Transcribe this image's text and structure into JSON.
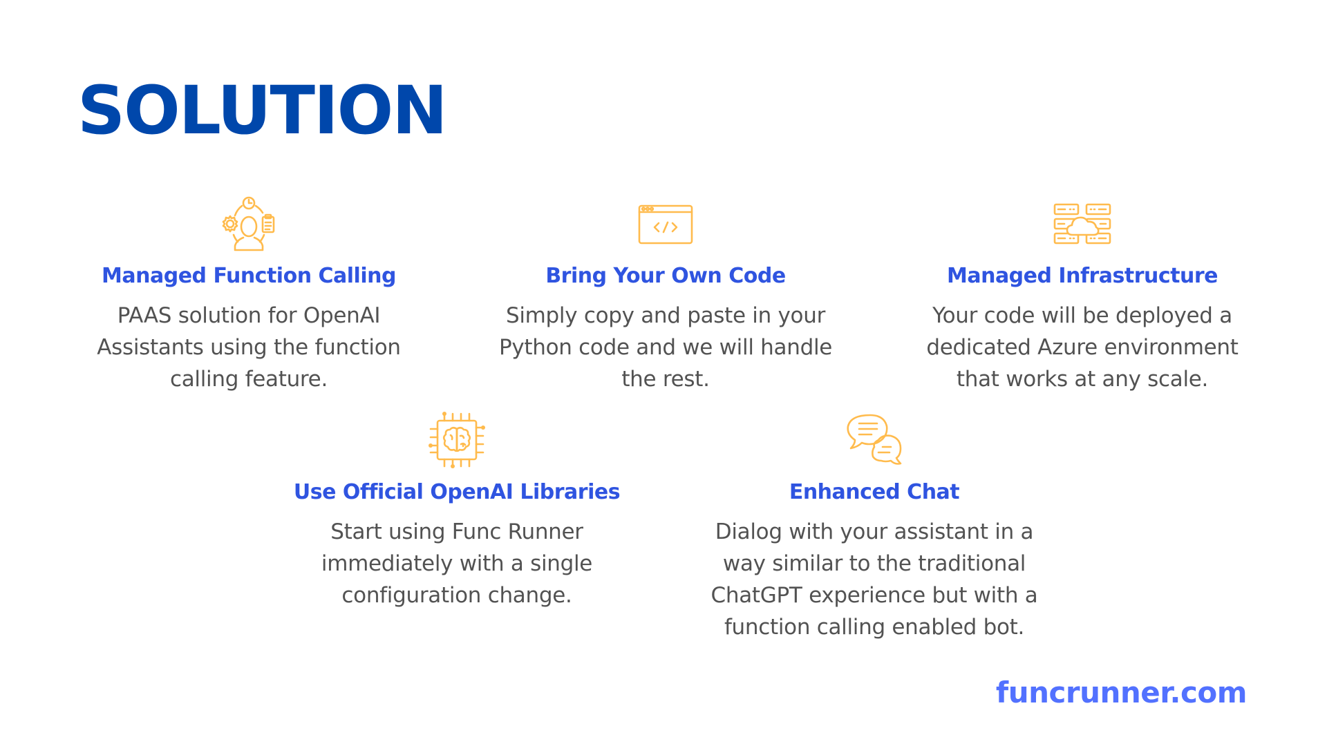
{
  "slide": {
    "title": "SOLUTION",
    "accent_colors": {
      "title": "#0047ab",
      "heading": "#2f54e0",
      "body_text": "#525252",
      "icon": "#ffbb4d",
      "footer_link": "#5271ff"
    }
  },
  "features": [
    {
      "icon": "person-workflow-icon",
      "heading": "Managed Function Calling",
      "lines": [
        "PAAS solution for OpenAI",
        "Assistants using the function",
        "calling feature."
      ]
    },
    {
      "icon": "code-window-icon",
      "heading": "Bring Your Own Code",
      "lines": [
        "Simply copy and paste in your",
        "Python code and we will handle",
        "the rest."
      ]
    },
    {
      "icon": "cloud-servers-icon",
      "heading": "Managed Infrastructure",
      "lines": [
        "Your code will be deployed a",
        "dedicated Azure environment",
        "that works at any scale."
      ]
    },
    {
      "icon": "ai-brain-chip-icon",
      "heading": "Use Official OpenAI Libraries",
      "lines": [
        "Start using Func Runner",
        "immediately with a single",
        "configuration change."
      ]
    },
    {
      "icon": "chat-bubbles-icon",
      "heading": "Enhanced Chat",
      "lines": [
        "Dialog with your assistant in a",
        "way similar to the traditional",
        "ChatGPT experience but with a",
        "function calling enabled bot."
      ]
    }
  ],
  "footer": {
    "link_text": "funcrunner.com"
  }
}
